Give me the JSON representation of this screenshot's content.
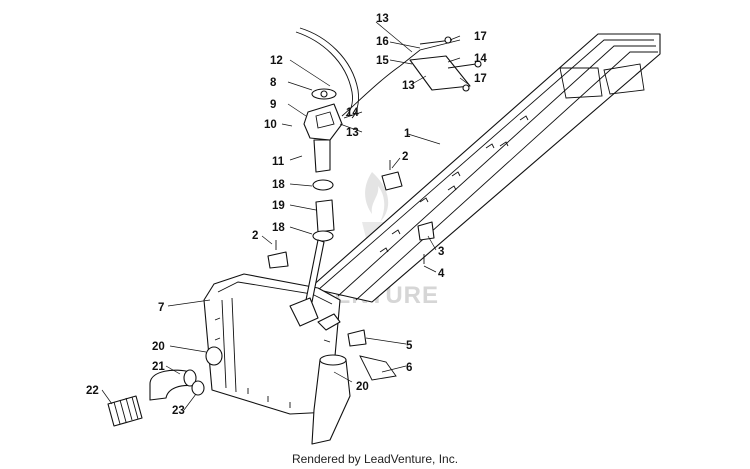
{
  "watermark": "LEADVENTURE",
  "footer": "Rendered by LeadVenture, Inc.",
  "callouts": [
    "1",
    "2",
    "2",
    "3",
    "4",
    "5",
    "6",
    "7",
    "8",
    "9",
    "10",
    "11",
    "12",
    "13",
    "13",
    "13",
    "14",
    "14",
    "15",
    "16",
    "17",
    "17",
    "18",
    "18",
    "19",
    "20",
    "20",
    "21",
    "22",
    "23"
  ]
}
